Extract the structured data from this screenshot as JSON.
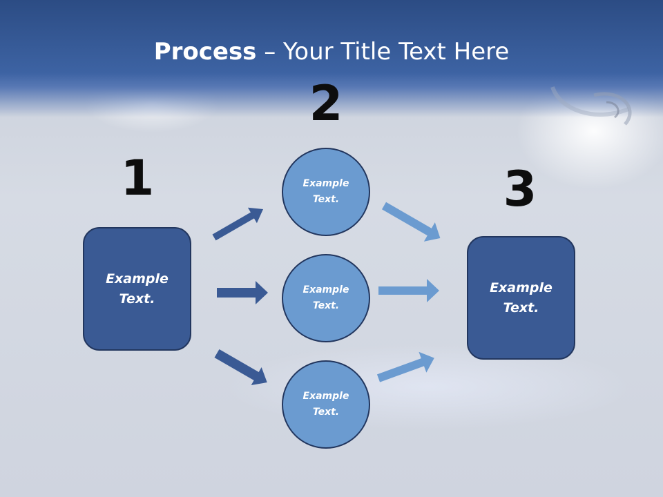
{
  "title": {
    "bold": "Process",
    "rest": " – Your Title Text Here"
  },
  "steps": [
    {
      "number": "1",
      "text": "Example\nText."
    },
    {
      "number": "2",
      "items": [
        "Example\nText.",
        "Example\nText.",
        "Example\nText."
      ]
    },
    {
      "number": "3",
      "text": "Example\nText."
    }
  ],
  "colors": {
    "header": "#3d63a3",
    "box_fill": "#3a5a94",
    "circle_fill": "#6b9bd0",
    "arrow_dark": "#3a5a94",
    "arrow_light": "#6b9bd0"
  }
}
